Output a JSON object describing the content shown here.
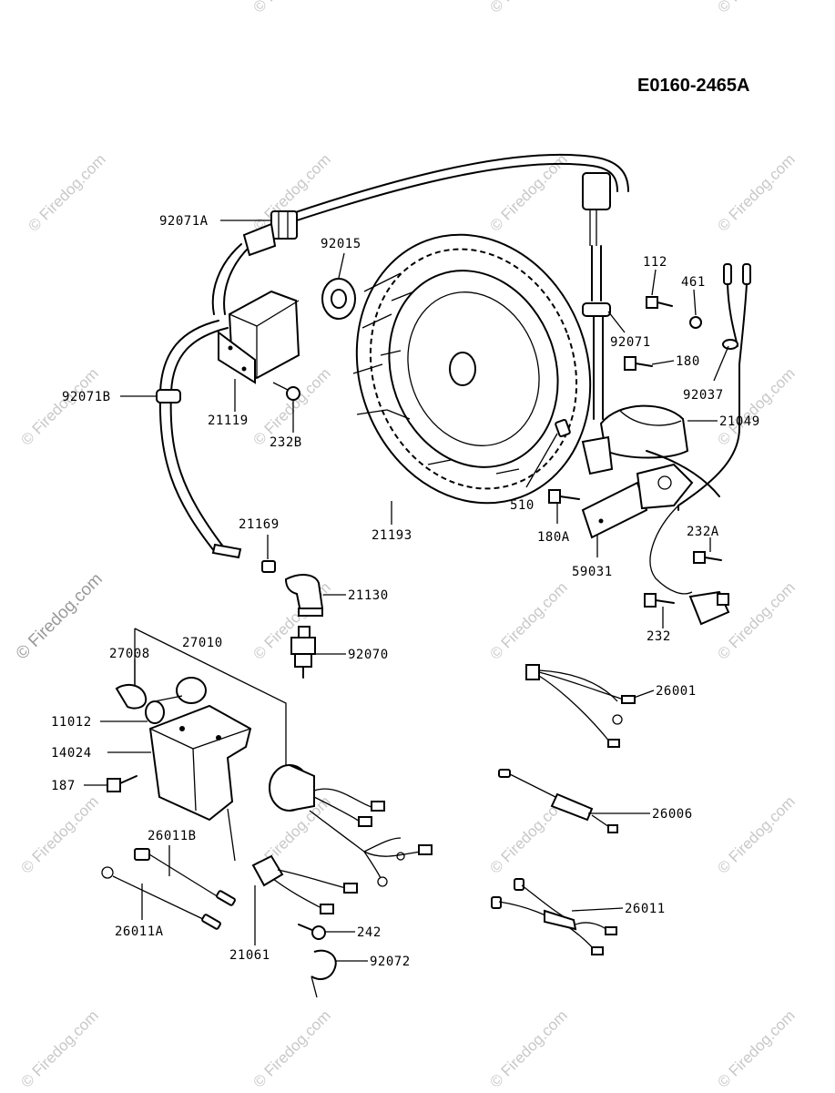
{
  "diagram_code": "E0160-2465A",
  "watermark": "© Firedog.com",
  "parts": {
    "p92071A": "92071A",
    "p92015": "92015",
    "p112": "112",
    "p461": "461",
    "p92071": "92071",
    "p180": "180",
    "p92037": "92037",
    "p92071B": "92071B",
    "p21119": "21119",
    "p232B": "232B",
    "p21049": "21049",
    "p510": "510",
    "p180A": "180A",
    "p21193": "21193",
    "p59031": "59031",
    "p232A": "232A",
    "p21169": "21169",
    "p21130": "21130",
    "p232": "232",
    "p27010": "27010",
    "p27008": "27008",
    "p92070": "92070",
    "p26001": "26001",
    "p11012": "11012",
    "p14024": "14024",
    "p187": "187",
    "p26006": "26006",
    "p26011B": "26011B",
    "p26011": "26011",
    "p242": "242",
    "p26011A": "26011A",
    "p21061": "21061",
    "p92072": "92072"
  }
}
